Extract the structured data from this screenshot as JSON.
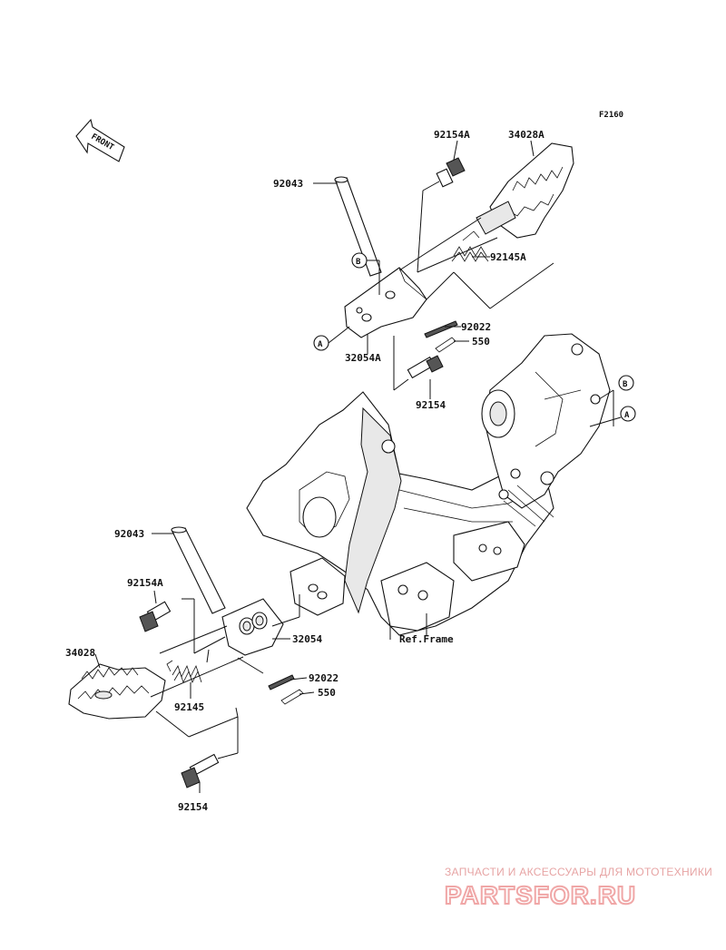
{
  "diagram_code": "F2160",
  "front_indicator": "FRONT",
  "labels": {
    "p92043_top": "92043",
    "p92154A_top": "92154A",
    "p34028A": "34028A",
    "p92145A": "92145A",
    "p92022_top": "92022",
    "p550_top": "550",
    "p32054A": "32054A",
    "p92154_top": "92154",
    "p92043_bottom": "92043",
    "p92154A_bottom": "92154A",
    "p34028": "34028",
    "p32054": "32054",
    "p92022_bottom": "92022",
    "p550_bottom": "550",
    "p92145": "92145",
    "p92154_bottom": "92154",
    "ref_frame": "Ref.Frame"
  },
  "callouts": {
    "a_left": "A",
    "b_left": "B",
    "a_right": "A",
    "b_right": "B"
  },
  "watermark": {
    "tagline": "ЗАПЧАСТИ И АКСЕССУАРЫ ДЛЯ МОТОТЕХНИКИ",
    "brand": "PARTSFOR.RU"
  }
}
